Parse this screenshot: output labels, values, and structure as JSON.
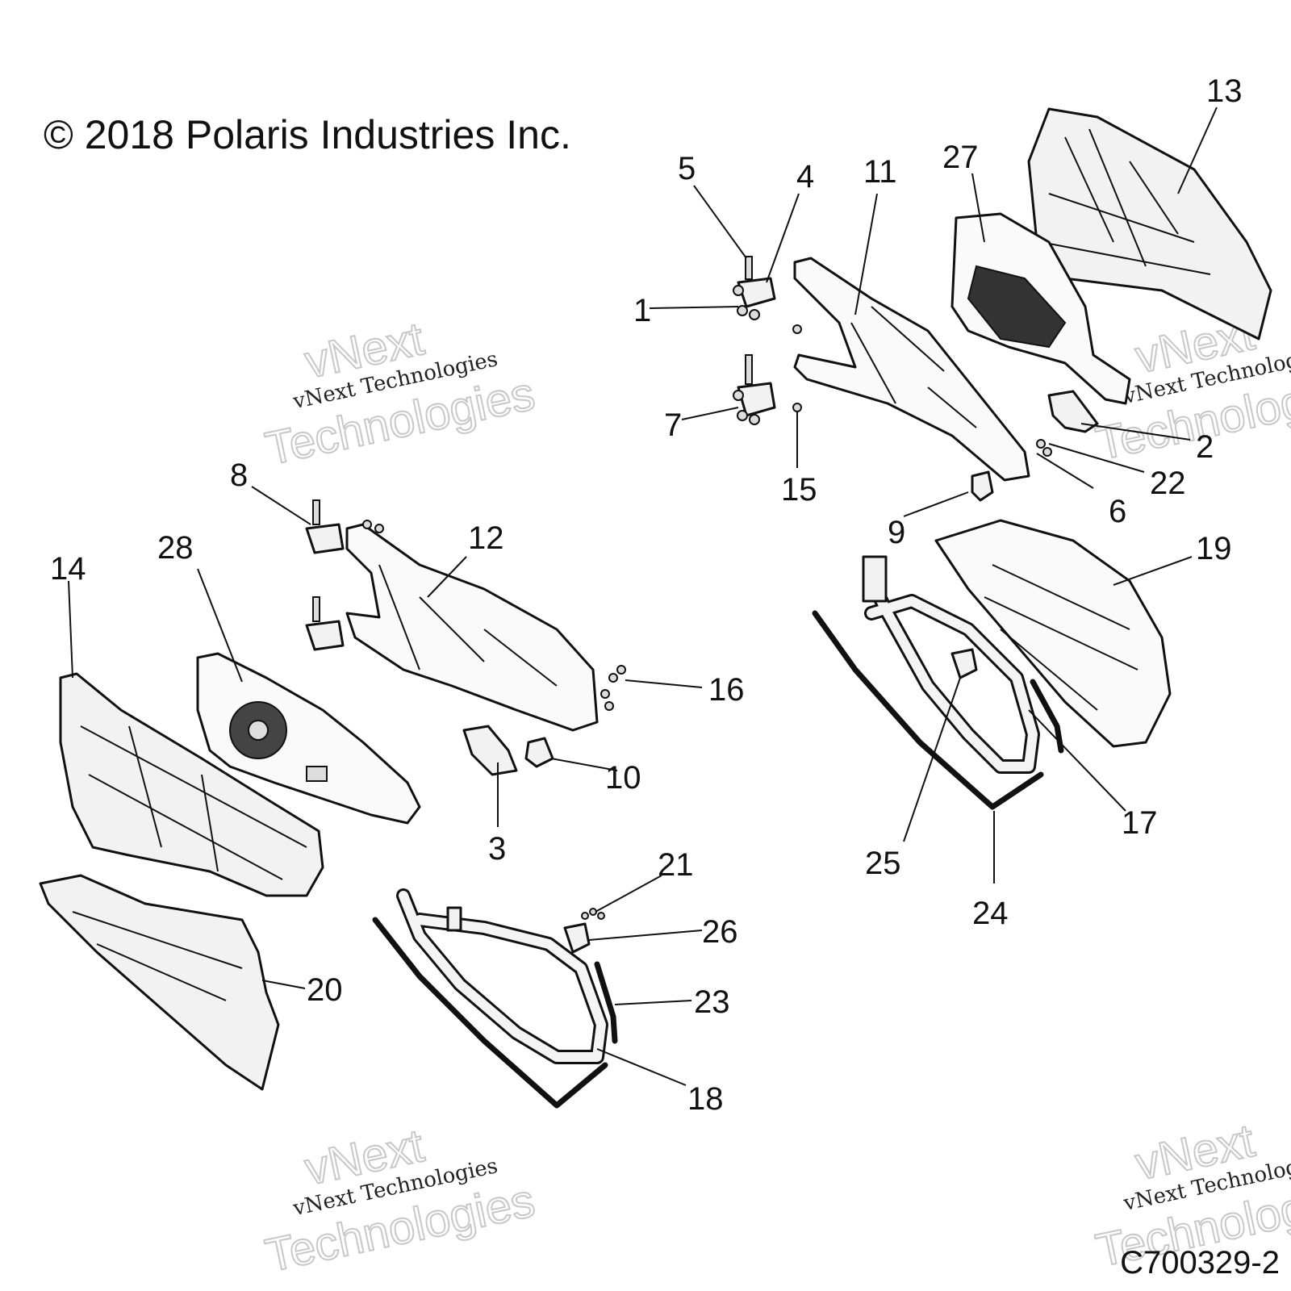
{
  "header": {
    "copyright": "© 2018 Polaris Industries Inc."
  },
  "footer": {
    "diagram_id": "C700329-2"
  },
  "watermark": {
    "big_top": "vNext",
    "big_bottom": "Technologies",
    "small": "vNext Technologies"
  },
  "callouts": [
    "1",
    "2",
    "3",
    "4",
    "5",
    "6",
    "7",
    "8",
    "9",
    "10",
    "11",
    "12",
    "13",
    "14",
    "15",
    "16",
    "17",
    "18",
    "19",
    "20",
    "21",
    "22",
    "23",
    "24",
    "25",
    "26",
    "27",
    "28"
  ]
}
